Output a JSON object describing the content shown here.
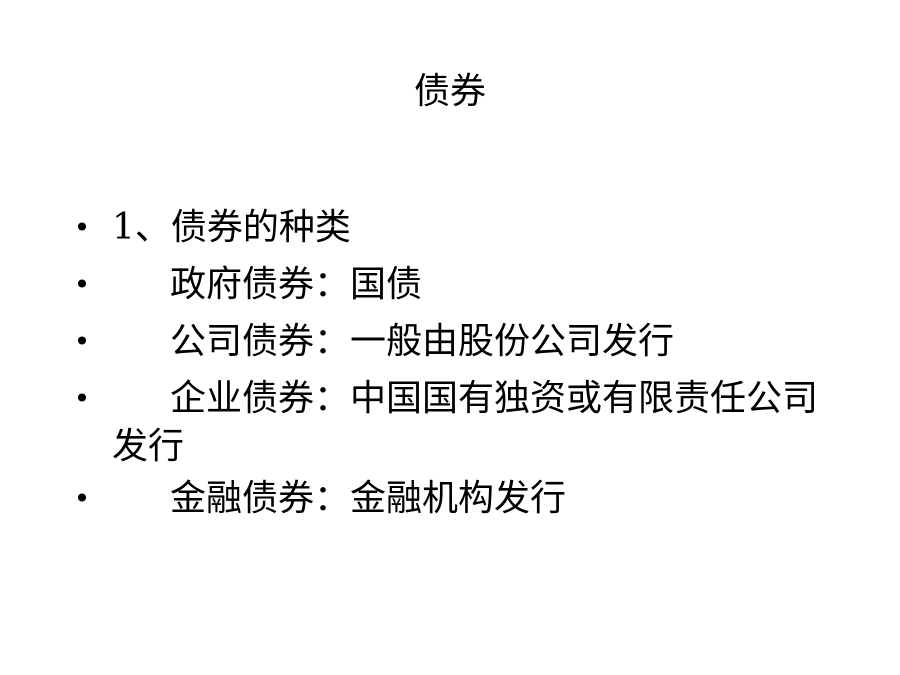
{
  "slide": {
    "title": "债券",
    "bullets": [
      {
        "marker": "•",
        "text": "1、债券的种类"
      },
      {
        "marker": "•",
        "text": "政府债券：国债"
      },
      {
        "marker": "•",
        "text": "公司债券：一般由股份公司发行"
      },
      {
        "marker": "•",
        "text": "企业债券：中国国有独资或有限责任公司发行"
      },
      {
        "marker": "•",
        "text": "金融债券：金融机构发行"
      }
    ]
  }
}
